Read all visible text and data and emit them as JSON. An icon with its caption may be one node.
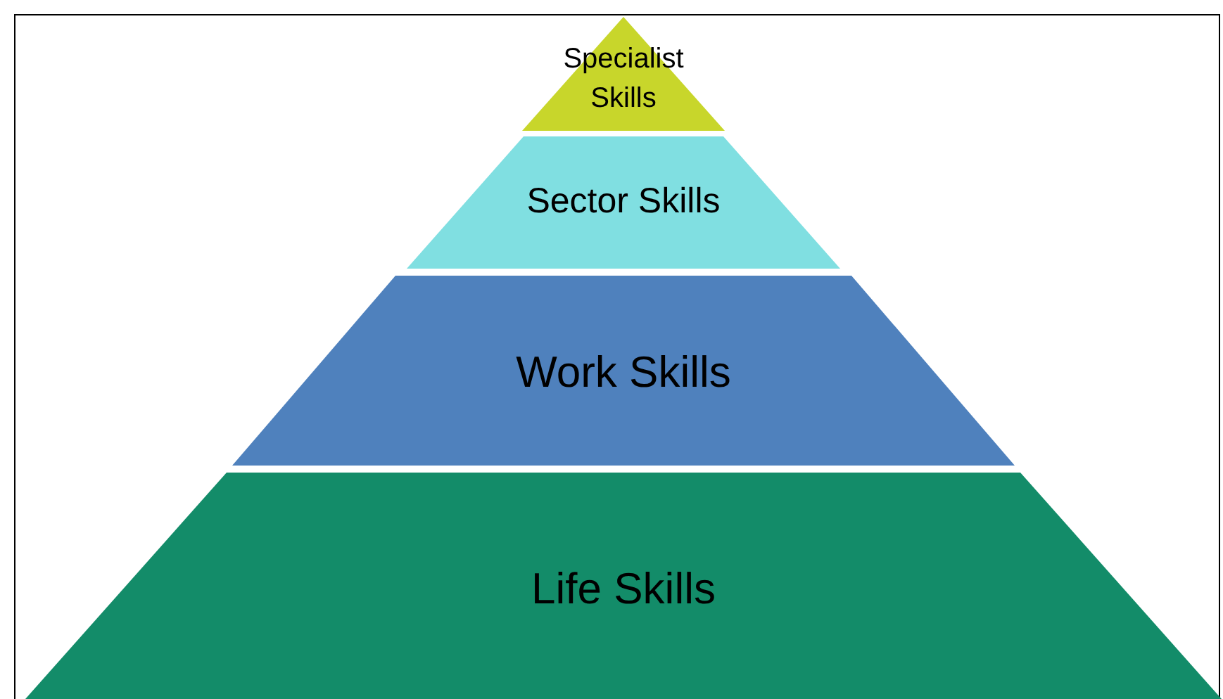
{
  "diagram": {
    "nodes": [
      {
        "text": [
          "Specialist Skills"
        ]
      },
      {
        "text": [
          "Sector Skills"
        ]
      },
      {
        "text": [
          "Work Skills"
        ]
      },
      {
        "text": [
          "Life Skills"
        ]
      }
    ]
  }
}
